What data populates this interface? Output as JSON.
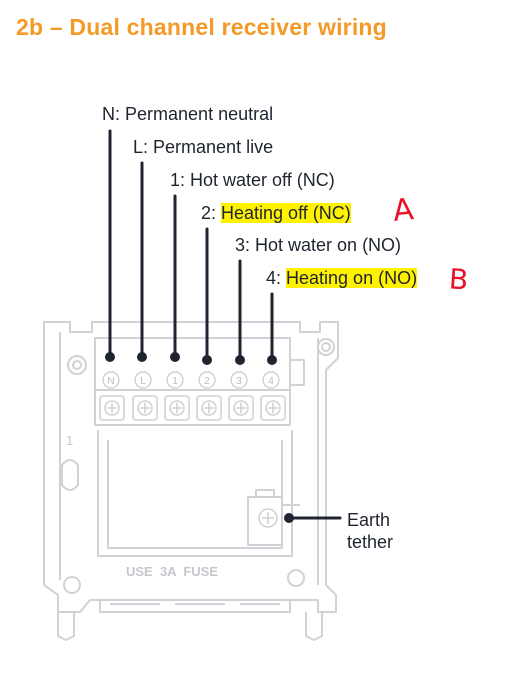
{
  "title": "2b – Dual channel receiver wiring",
  "terminals": [
    {
      "prefix": "N: ",
      "label": "Permanent neutral",
      "symbol": "N",
      "highlight": false
    },
    {
      "prefix": "L: ",
      "label": "Permanent live",
      "symbol": "L",
      "highlight": false
    },
    {
      "prefix": "1: ",
      "label": "Hot water off (NC)",
      "symbol": "1",
      "highlight": false
    },
    {
      "prefix": "2: ",
      "label": "Heating off (NC)",
      "symbol": "2",
      "highlight": true
    },
    {
      "prefix": "3: ",
      "label": "Hot water on (NO)",
      "symbol": "3",
      "highlight": false
    },
    {
      "prefix": "4: ",
      "label": "Heating on (NO)",
      "symbol": "4",
      "highlight": true
    }
  ],
  "annotations": {
    "a": "A",
    "b": "B"
  },
  "earth": {
    "line1": "Earth",
    "line2": "tether"
  },
  "plate": {
    "fuse_text": "USE  3A  FUSE",
    "side_number": "1"
  },
  "colors": {
    "title": "#f39a27",
    "highlight": "#fff200",
    "annotation": "#e8132b",
    "wire": "#1f2430",
    "plate": "#cfd2d6"
  }
}
